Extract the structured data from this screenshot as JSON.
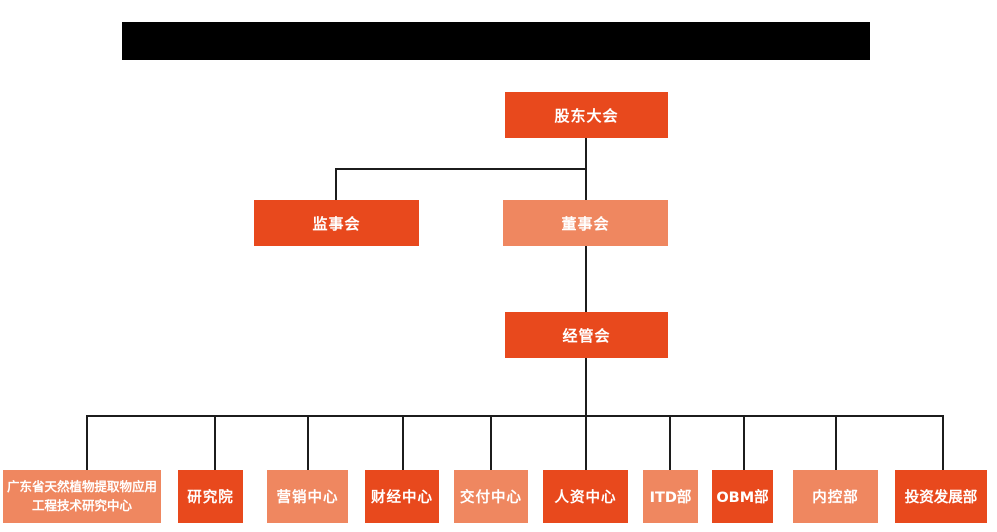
{
  "colors": {
    "primary_dark": "#E8491D",
    "primary_light": "#EF8760",
    "connector": "#1C1C1C",
    "title_bar": "#000000"
  },
  "title_bar": {
    "color": "#000000"
  },
  "org": {
    "type": "org-chart",
    "root": {
      "label": "股东大会",
      "variant": "dark"
    },
    "level2": [
      {
        "label": "监事会",
        "variant": "dark"
      },
      {
        "label": "董事会",
        "variant": "light"
      }
    ],
    "level3": {
      "label": "经管会",
      "variant": "dark"
    },
    "departments": [
      {
        "label": "广东省天然植物提取物应用工程技术研究中心",
        "variant": "light"
      },
      {
        "label": "研究院",
        "variant": "dark"
      },
      {
        "label": "营销中心",
        "variant": "light"
      },
      {
        "label": "财经中心",
        "variant": "dark"
      },
      {
        "label": "交付中心",
        "variant": "light"
      },
      {
        "label": "人资中心",
        "variant": "dark"
      },
      {
        "label": "ITD部",
        "variant": "light"
      },
      {
        "label": "OBM部",
        "variant": "dark"
      },
      {
        "label": "内控部",
        "variant": "light"
      },
      {
        "label": "投资发展部",
        "variant": "dark"
      }
    ]
  }
}
